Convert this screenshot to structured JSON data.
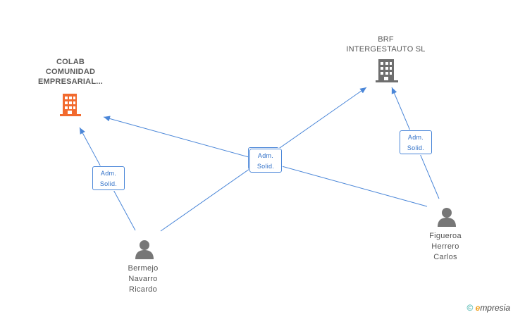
{
  "companies": {
    "colab": {
      "name": "COLAB\nCOMUNIDAD\nEMPRESARIAL...",
      "icon": "building-icon",
      "color": "#f26a2e"
    },
    "brf": {
      "name": "BRF\nINTERGESTAUTO SL",
      "icon": "building-icon",
      "color": "#6e6e6e"
    }
  },
  "persons": {
    "bermejo": {
      "name": "Bermejo\nNavarro\nRicardo",
      "icon": "person-icon"
    },
    "figueroa": {
      "name": "Figueroa\nHerrero\nCarlos",
      "icon": "person-icon"
    }
  },
  "roles": {
    "left": "Adm.\nSolid.",
    "center": "Adm.\nSolid.",
    "right": "Adm.\nSolid."
  },
  "colors": {
    "edge": "#4a86d8",
    "person": "#777777",
    "badge_text": "#2f6fc7"
  },
  "footer": {
    "copyright": "©",
    "brand_initial": "e",
    "brand_rest": "mpresia"
  }
}
